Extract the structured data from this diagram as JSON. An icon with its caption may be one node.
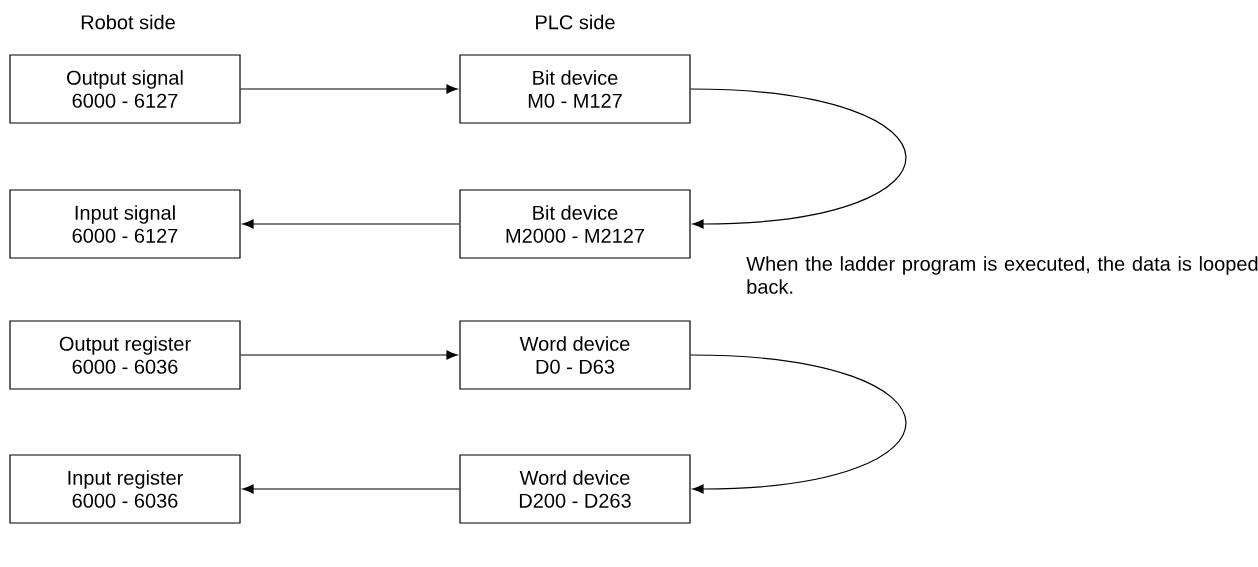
{
  "diagram": {
    "nodes": [
      {
        "text": [
          "Output signal",
          "6000 - 6127"
        ]
      },
      {
        "text": [
          "Bit device",
          "M0 - M127"
        ]
      },
      {
        "text": [
          "Input signal",
          "6000 - 6127"
        ]
      },
      {
        "text": [
          "Bit device",
          "M2000 - M2127"
        ]
      },
      {
        "text": [
          "Output register",
          "6000 - 6036"
        ]
      },
      {
        "text": [
          "Word device",
          "D0 - D63"
        ]
      },
      {
        "text": [
          "Input register",
          "6000 - 6036"
        ]
      },
      {
        "text": [
          "Word device",
          "D200 - D263"
        ]
      }
    ],
    "edges": [
      {
        "from": 0,
        "to": 1,
        "arrow": "to"
      },
      {
        "from": 1,
        "to": 3,
        "arrow": "to"
      },
      {
        "from": 3,
        "to": 2,
        "arrow": "to"
      },
      {
        "from": 4,
        "to": 5,
        "arrow": "to"
      },
      {
        "from": 5,
        "to": 7,
        "arrow": "to"
      },
      {
        "from": 7,
        "to": 6,
        "arrow": "to"
      }
    ],
    "labels": [
      "Robot side",
      "PLC side",
      "When the ladder program is executed, the data is looped back."
    ]
  }
}
